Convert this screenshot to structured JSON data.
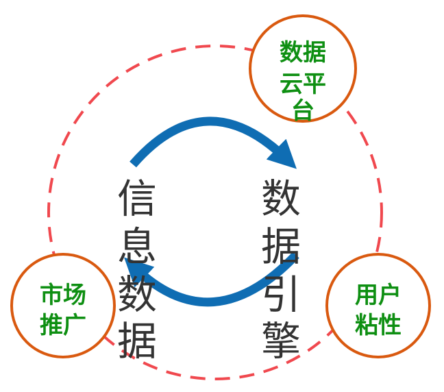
{
  "colors": {
    "outer_dash": "#f0484e",
    "node_border": "#d9590f",
    "node_text": "#0e8f12",
    "arrow": "#0f6db3",
    "center_text": "#333333"
  },
  "nodes": {
    "cloud": {
      "line1": "数据",
      "line2": "云平",
      "line3": "台"
    },
    "market": {
      "line1": "市场",
      "line2": "推广"
    },
    "user": {
      "line1": "用户",
      "line2": "粘性"
    }
  },
  "center": {
    "left_chars": [
      "信",
      "息",
      "数",
      "据"
    ],
    "right_chars": [
      "数",
      "据",
      "引",
      "擎"
    ]
  }
}
